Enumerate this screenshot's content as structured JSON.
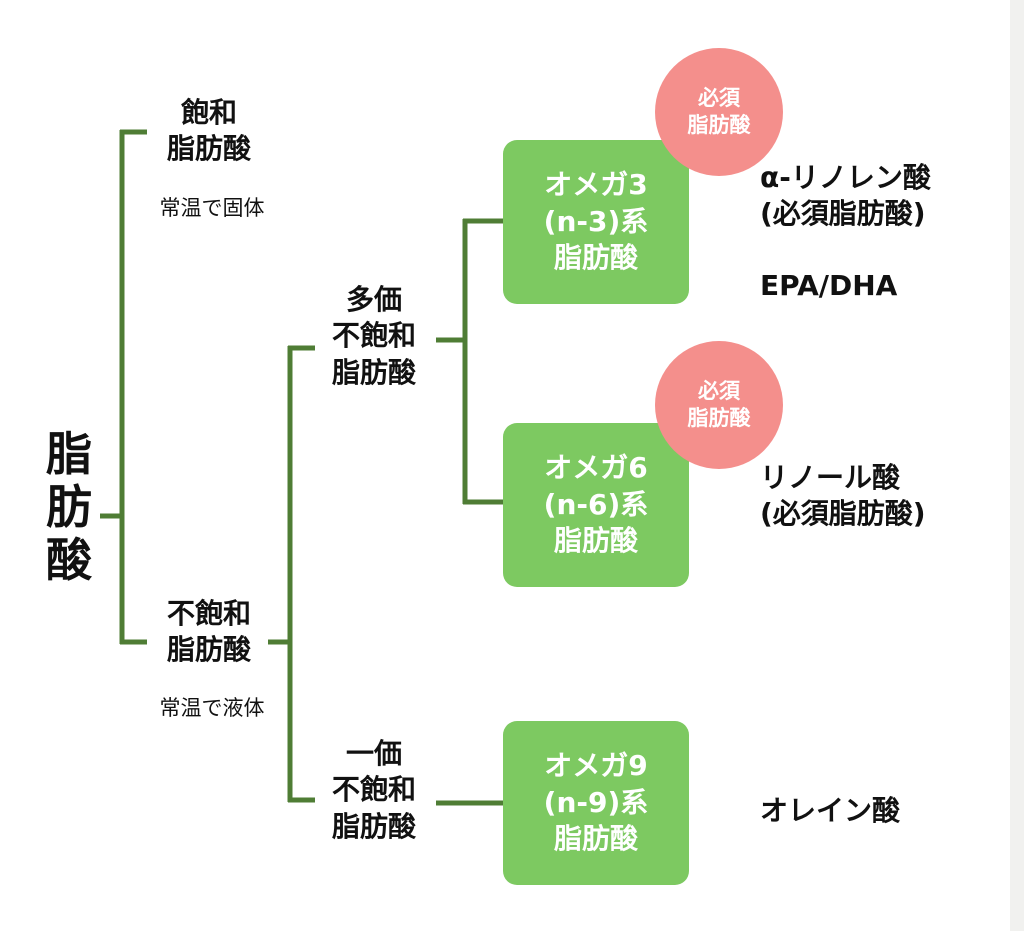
{
  "root": "脂\n肪\n酸",
  "saturated": {
    "label": "飽和\n脂肪酸",
    "note": "常温で固体"
  },
  "unsaturated": {
    "label": "不飽和\n脂肪酸",
    "note": "常温で液体"
  },
  "polyunsaturated": {
    "label": "多価\n不飽和\n脂肪酸"
  },
  "monounsaturated": {
    "label": "一価\n不飽和\n脂肪酸"
  },
  "omega3": {
    "label": "オメガ3\n(n-3)系\n脂肪酸",
    "badge": "必須\n脂肪酸",
    "example1": "α-リノレン酸\n(必須脂肪酸)",
    "example2": "EPA/DHA"
  },
  "omega6": {
    "label": "オメガ6\n(n-6)系\n脂肪酸",
    "badge": "必須\n脂肪酸",
    "example": "リノール酸\n(必須脂肪酸)"
  },
  "omega9": {
    "label": "オメガ9\n(n-9)系\n脂肪酸",
    "example": "オレイン酸"
  },
  "colors": {
    "line": "#4f7d35",
    "box": "#7dc961",
    "badge": "#f48f8c"
  }
}
